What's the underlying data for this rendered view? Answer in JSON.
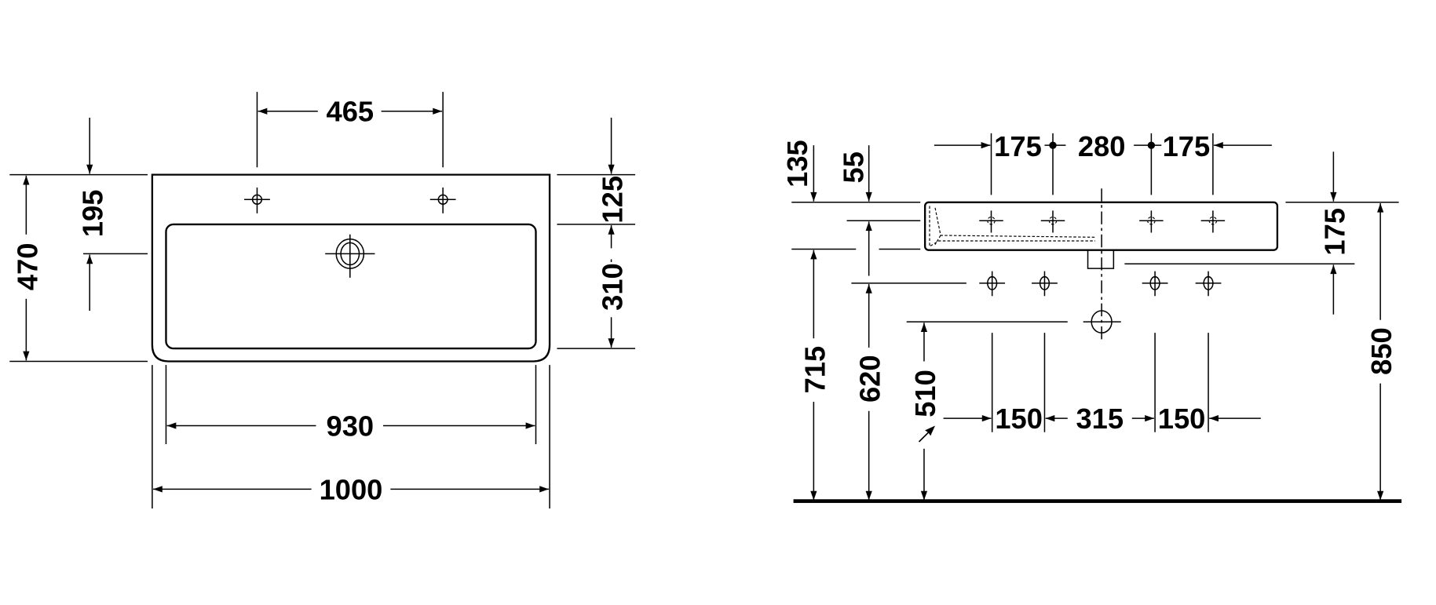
{
  "plan_view": {
    "hole_spacing": "465",
    "hole_to_drain_depth": "195",
    "total_depth": "470",
    "deck_depth": "125",
    "basin_depth": "310",
    "basin_width": "930",
    "total_width": "1000"
  },
  "front_view": {
    "height_135": "135",
    "height_55": "55",
    "height_715": "715",
    "height_620": "620",
    "height_510": "510",
    "top_spacing_left": "175",
    "top_spacing_center": "280",
    "top_spacing_right": "175",
    "sink_height": "175",
    "total_height": "850",
    "bottom_spacing_left": "150",
    "bottom_spacing_center": "315",
    "bottom_spacing_right": "150"
  }
}
